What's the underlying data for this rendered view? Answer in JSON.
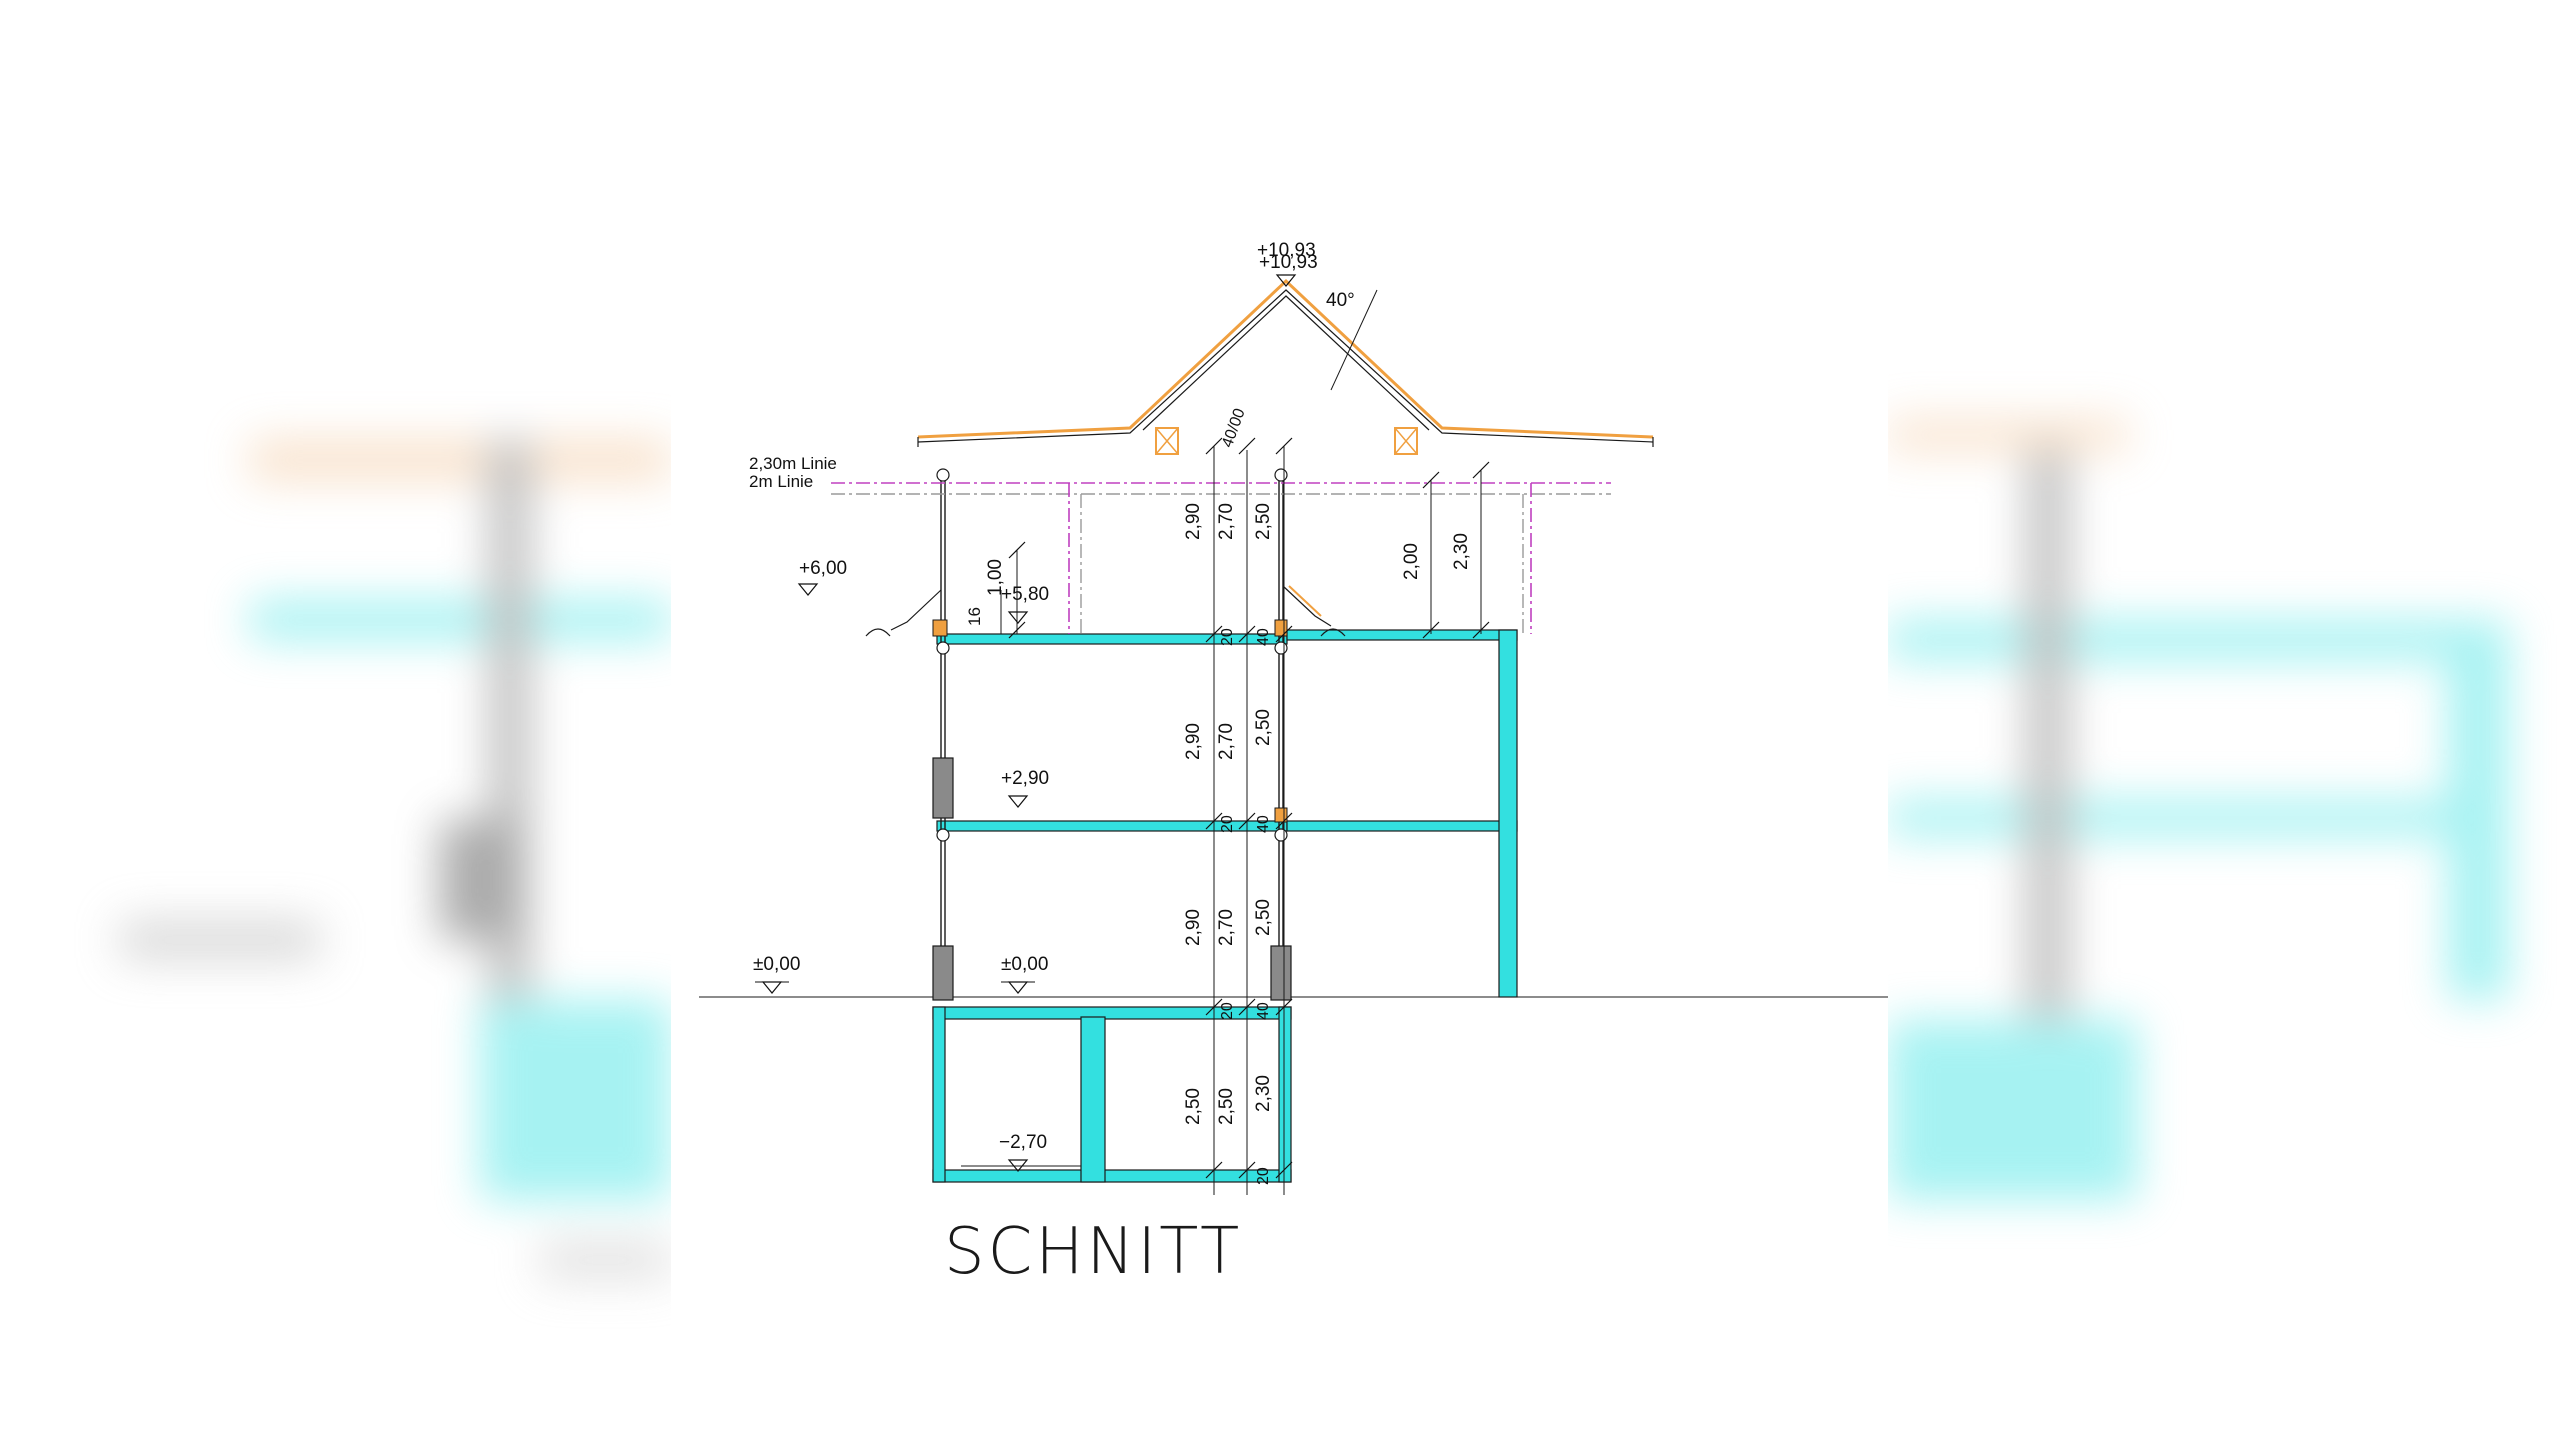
{
  "title": "SCHNITT",
  "levels": {
    "ridge": "+10,93",
    "attic_floor": "+5,80",
    "eave": "+6,00",
    "first_floor": "+2,90",
    "ground_inside": "±0,00",
    "ground_outside": "±0,00",
    "basement": "−2,70"
  },
  "roof_pitch": "40°",
  "rafter_spacing": "40/00",
  "lines": {
    "line_230": "2,30m  Linie",
    "line_200": "2m  Linie"
  },
  "dims": {
    "attic": {
      "a": "2,90",
      "b": "2,70",
      "c": "2,50",
      "h200": "2,00",
      "h230": "2,30",
      "sill": "1,00",
      "knee": "16"
    },
    "upper": {
      "a": "2,90",
      "b": "2,70",
      "c": "2,50"
    },
    "ground": {
      "a": "2,90",
      "b": "2,70",
      "c": "2,50"
    },
    "basement": {
      "a": "2,50",
      "b": "2,50",
      "c": "2,30"
    },
    "slab_20": "20",
    "slab_40": "40"
  },
  "colors": {
    "concrete": "#33e0e0",
    "timber": "#f0a040",
    "line_230": "#c040c0",
    "line_200": "#9a9a9a"
  }
}
